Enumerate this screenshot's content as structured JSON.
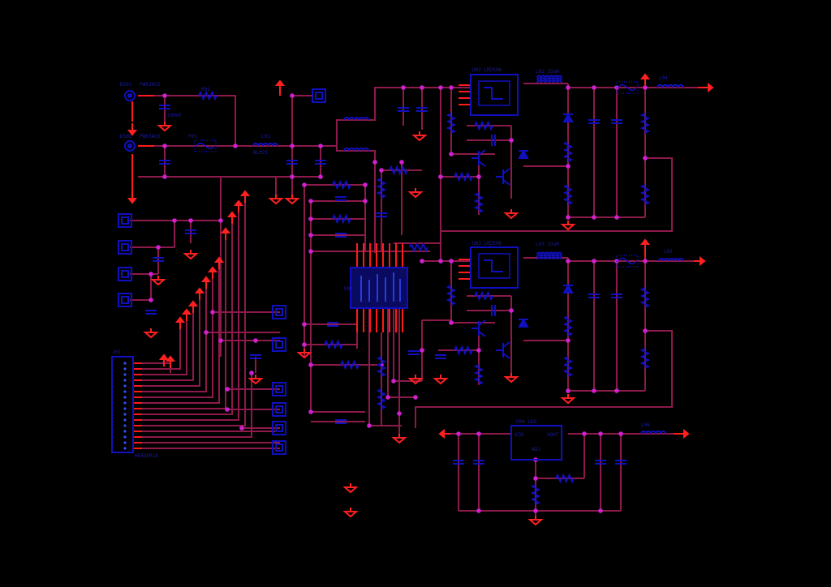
{
  "colors": {
    "background": "#000000",
    "wire": "#8c1a4a",
    "pin_wire": "#ff1a1a",
    "component": "#1010c0",
    "junction": "#d020d0",
    "label": "#1a1aa8",
    "power": "#ff2020"
  },
  "labels": {
    "jack1_ref": "DS01",
    "jack1_part": "PWRJACK",
    "jack2_ref": "DS02",
    "jack2_part": "PWRJACK",
    "r_top": "R01",
    "c_top": "100nF",
    "fuse_left": "F01",
    "ind_mid": "L01",
    "ind_mid_val": "BLM21",
    "ic_ref": "U01",
    "reg_top_ref": "U02 LM2596",
    "reg_top_ind": "L02 33uH",
    "reg_bot_ref": "U03 LM2596",
    "reg_bot_ind": "L03 33uH",
    "ldo_ref": "U04 LDO",
    "ldo_in": "VIN",
    "ldo_out": "VOUT",
    "ldo_adj": "ADJ",
    "conn_main_ref": "J01",
    "conn_main_part": "HEADER16",
    "out_top_ind": "L04",
    "out_bot_ind": "L05",
    "ldo_ind": "L06"
  },
  "icons": [
    "power-jack-icon",
    "fuse-icon",
    "inductor-icon",
    "resistor-icon",
    "capacitor-icon",
    "ground-icon",
    "power-arrow-icon",
    "transistor-icon",
    "ic-icon",
    "connector-icon",
    "zener-diode-icon"
  ]
}
